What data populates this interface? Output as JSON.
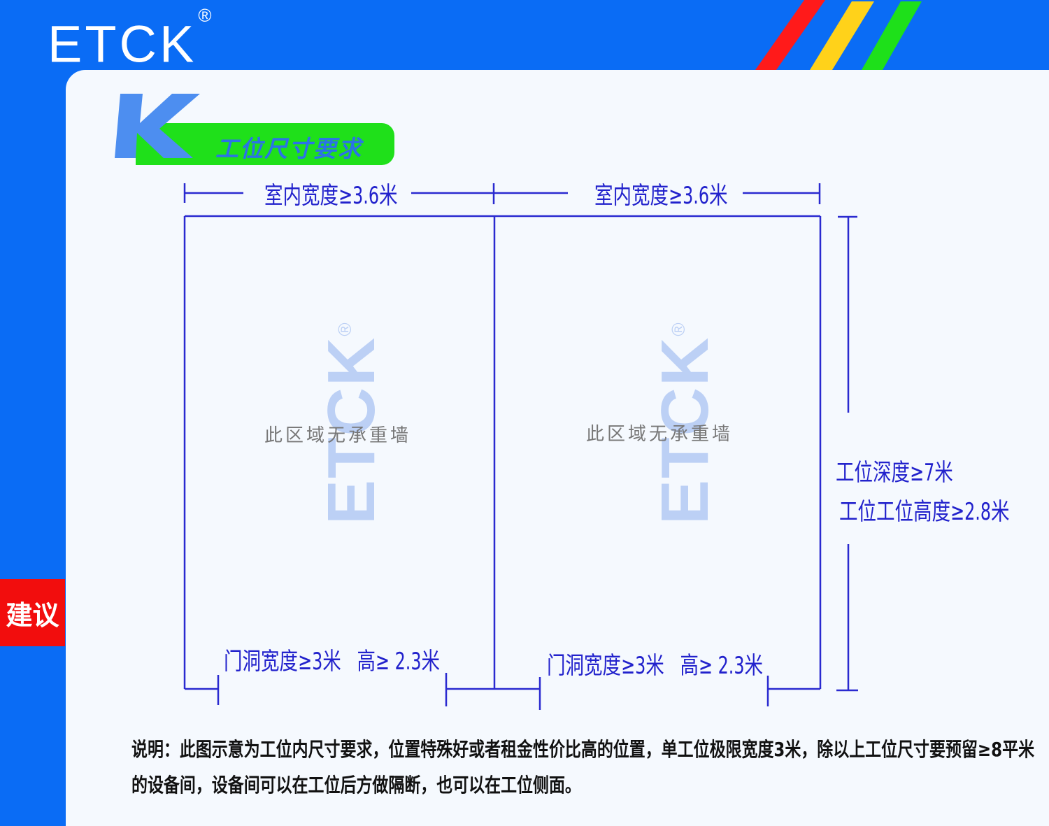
{
  "header": {
    "brand": "ETCK",
    "registered_mark": "®",
    "stripe_colors": [
      "#ff1a1a",
      "#ffd21a",
      "#1ee01a"
    ],
    "background_color": "#0a6cf5"
  },
  "sidebar": {
    "tag_label": "建议",
    "tag_color": "#f20d0d"
  },
  "section": {
    "icon_letter": "K",
    "title": "工位尺寸要求",
    "accent_color": "#1fe01a"
  },
  "diagram": {
    "left_width_label": "室内宽度≥3.6米",
    "right_width_label": "室内宽度≥3.6米",
    "depth_label": "工位深度≥7米",
    "height_label": "工位工位高度≥2.8米",
    "left_door_label": "门洞宽度≥3米   高≥ 2.3米",
    "right_door_label": "门洞宽度≥3米   高≥ 2.3米",
    "left_note": "此区域无承重墙",
    "right_note": "此区域无承重墙",
    "watermark": "ETCK",
    "watermark_mark": "®",
    "line_color": "#2222cc"
  },
  "description": {
    "line1": "说明：此图示意为工位内尺寸要求，位置特殊好或者租金性价比高的位置，单工位极限宽度3米，除以上工位尺寸要预留≥8平米",
    "line2": "的设备间，设备间可以在工位后方做隔断，也可以在工位侧面。"
  }
}
